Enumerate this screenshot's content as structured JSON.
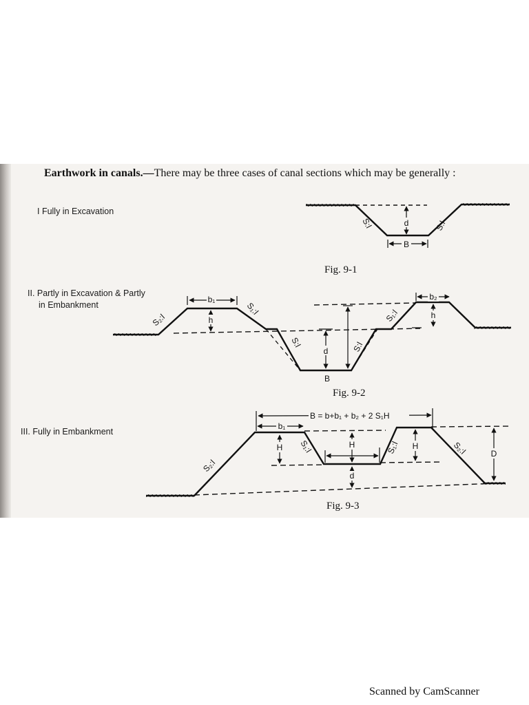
{
  "heading": {
    "bold": "Earthwork in canals.—",
    "text": "There may be three cases of canal sections which may be generally :"
  },
  "cases": [
    {
      "label_line1": "I Fully in Excavation"
    },
    {
      "label_line1": "II. Partly in Excavation & Partly",
      "label_line2": "in Embankment"
    },
    {
      "label_line1": "III. Fully in Embankment"
    }
  ],
  "figures": [
    {
      "caption": "Fig. 9-1",
      "labels": {
        "side_slope_left": "S:l",
        "side_slope_right": "S:l",
        "depth": "d",
        "bed_width": "B"
      }
    },
    {
      "caption": "Fig. 9-2",
      "labels": {
        "outer_slope": "S₂:l",
        "bank_top_left": "b₁",
        "bank_top_right": "b₂",
        "bank_height_left": "h",
        "bank_height_right": "h",
        "inner_slope_left": "S₁:l",
        "inner_slope_right": "S₁:l",
        "cut_slope_left": "S:l",
        "cut_slope_right": "S:l",
        "depth": "d",
        "bed_width": "B"
      }
    },
    {
      "caption": "Fig. 9-3",
      "labels": {
        "width_formula": "B = b+b₁ + b₂ + 2 S₁H",
        "bank_top": "b₁",
        "outer_slope_left": "S₂:l",
        "outer_slope_right": "S₂:l",
        "inner_slope_left": "S₁:l",
        "inner_slope_right": "S₁:l",
        "bank_height_left": "H",
        "bank_height_mid": "H",
        "bank_height_right": "H",
        "depth": "d",
        "total_depth": "D"
      }
    }
  ],
  "watermark": "Scanned by CamScanner"
}
